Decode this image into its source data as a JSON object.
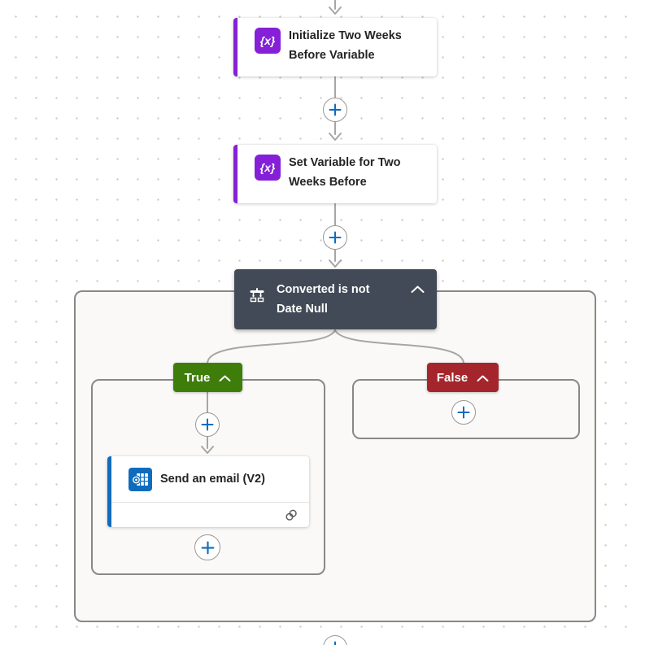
{
  "actions": {
    "initialize": {
      "title": "Initialize Two Weeks Before Variable",
      "icon_glyph": "{x}"
    },
    "set_variable": {
      "title": "Set Variable for Two Weeks Before",
      "icon_glyph": "{x}"
    },
    "condition": {
      "title": "Converted is not Date Null"
    },
    "send_email": {
      "title": "Send an email (V2)"
    }
  },
  "branches": {
    "true_label": "True",
    "false_label": "False"
  },
  "colors": {
    "variable_accent": "#8520d8",
    "email_accent": "#0f6cbd",
    "condition_bg": "#424a57",
    "true_green": "#3f7d0b",
    "false_red": "#a4262c",
    "plus_blue": "#0f6cbd",
    "connector_gray": "#a8a6a3"
  }
}
